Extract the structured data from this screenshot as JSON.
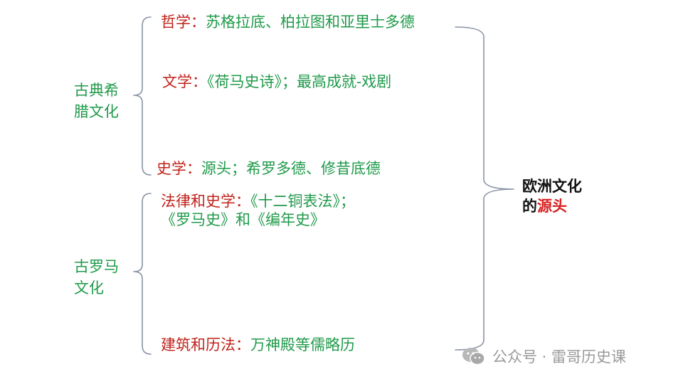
{
  "greece": {
    "group_line1": "古典希",
    "group_line2": "腊文化",
    "items": [
      {
        "label": "哲学：",
        "text": "苏格拉底、柏拉图和亚里士多德"
      },
      {
        "label": "文学：",
        "text": "《荷马史诗》；最高成就-戏剧"
      },
      {
        "label": "史学：",
        "text": "源头；希罗多德、修昔底德"
      }
    ]
  },
  "rome": {
    "group_line1": "古罗马",
    "group_line2": "文化",
    "items": [
      {
        "label": "法律和史学：",
        "text": "《十二铜表法》；",
        "text_line2": "《罗马史》和《编年史》"
      },
      {
        "label": "建筑和历法：",
        "text": "万神殿等儒略历"
      }
    ]
  },
  "target": {
    "line1": "欧洲文化",
    "line2_prefix": "的",
    "line2_highlight": "源头"
  },
  "watermark": {
    "text": "公众号 · 雷哥历史课",
    "icon": "wechat-icon"
  },
  "colors": {
    "label": "#c0221b",
    "content": "#1f9a4a",
    "highlight": "#d81e1e",
    "brace": "#8a94a6"
  }
}
